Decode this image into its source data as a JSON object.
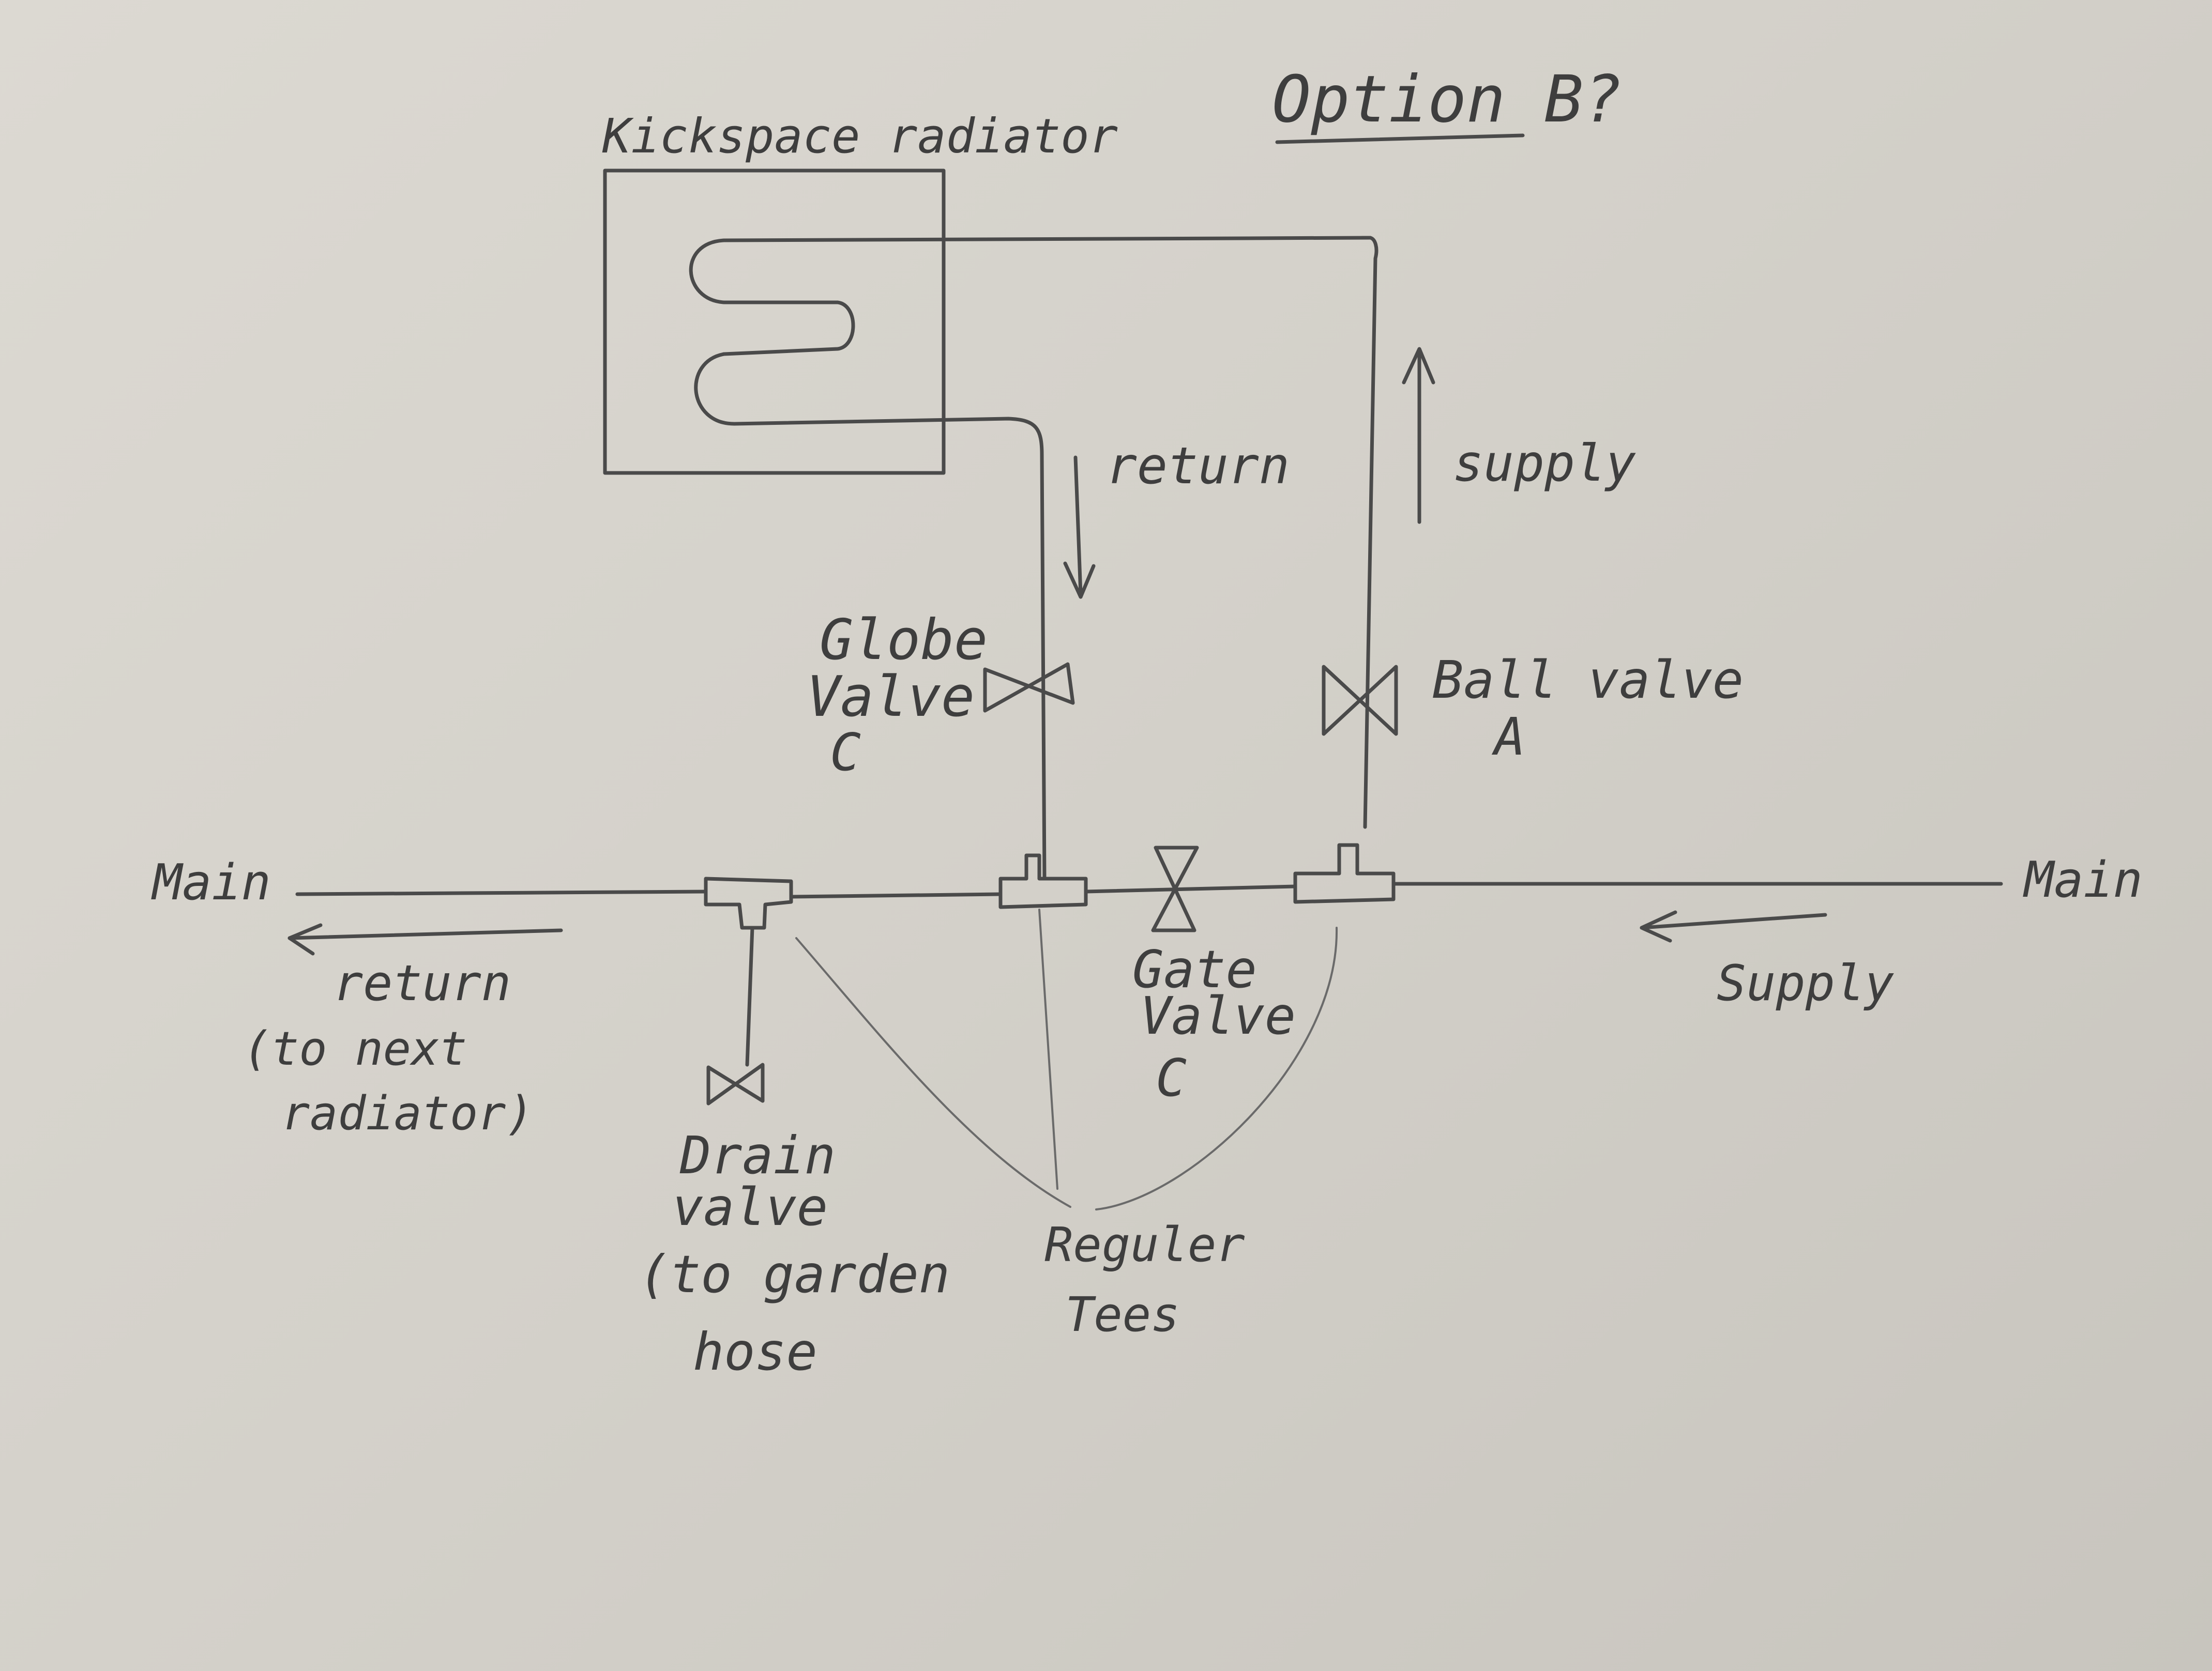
{
  "title": "Option B?",
  "radiator": {
    "label": "Kickspace radiator"
  },
  "flow": {
    "return_vertical": "return",
    "supply_vertical": "supply",
    "main_left": "Main",
    "main_right": "Main",
    "return_main": "return",
    "return_main_note": [
      "(to next",
      "radiator)"
    ],
    "supply_main": "Supply"
  },
  "valves": {
    "globe": [
      "Globe",
      "Valve",
      "C"
    ],
    "ball": [
      "Ball valve",
      "A"
    ],
    "gate": [
      "Gate",
      "Valve",
      "C"
    ],
    "drain": [
      "Drain",
      "valve",
      "(to garden",
      "hose"
    ]
  },
  "tees": [
    "Reguler",
    "Tees"
  ],
  "colors": {
    "paper": "#d6d3cc",
    "ink": "#4a4a4a"
  }
}
